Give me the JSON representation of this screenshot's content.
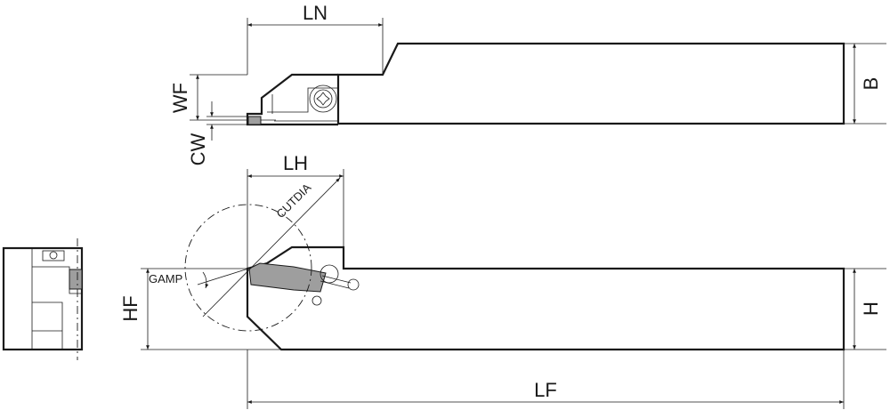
{
  "labels": {
    "ln": "LN",
    "b": "B",
    "wf": "WF",
    "cw": "CW",
    "lh": "LH",
    "cutdia": "CUTDIA",
    "gamp": "GAMP",
    "hf": "HF",
    "h": "H",
    "lf": "LF"
  }
}
